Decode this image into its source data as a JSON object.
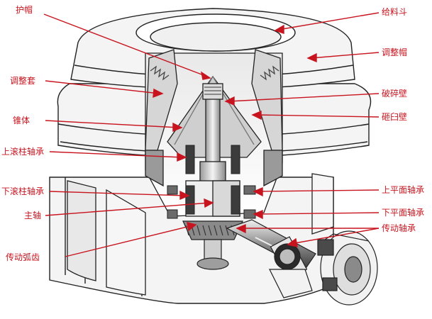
{
  "labels": {
    "hood": "护帽",
    "feed_hopper": "给料斗",
    "adjusting_cap": "调整帽",
    "adjusting_sleeve": "调整套",
    "breaking_wall": "破碎壁",
    "cone_body": "锥体",
    "bowl_liner": "砸臼壁",
    "upper_roller_bearing": "上滚柱轴承",
    "lower_roller_bearing": "下滚柱轴承",
    "upper_plane_bearing": "上平面轴承",
    "main_shaft": "主轴",
    "lower_plane_bearing": "下平面轴承",
    "drive_shaft_bearing": "传动轴承",
    "drive_bevel_gear": "传动弧齿"
  },
  "colors": {
    "label": "#c8141e",
    "leader": "#c8141e",
    "outline": "#222222",
    "body_fill": "#f2f2f2",
    "shade": "#bdbdbd",
    "dark": "#555555"
  }
}
